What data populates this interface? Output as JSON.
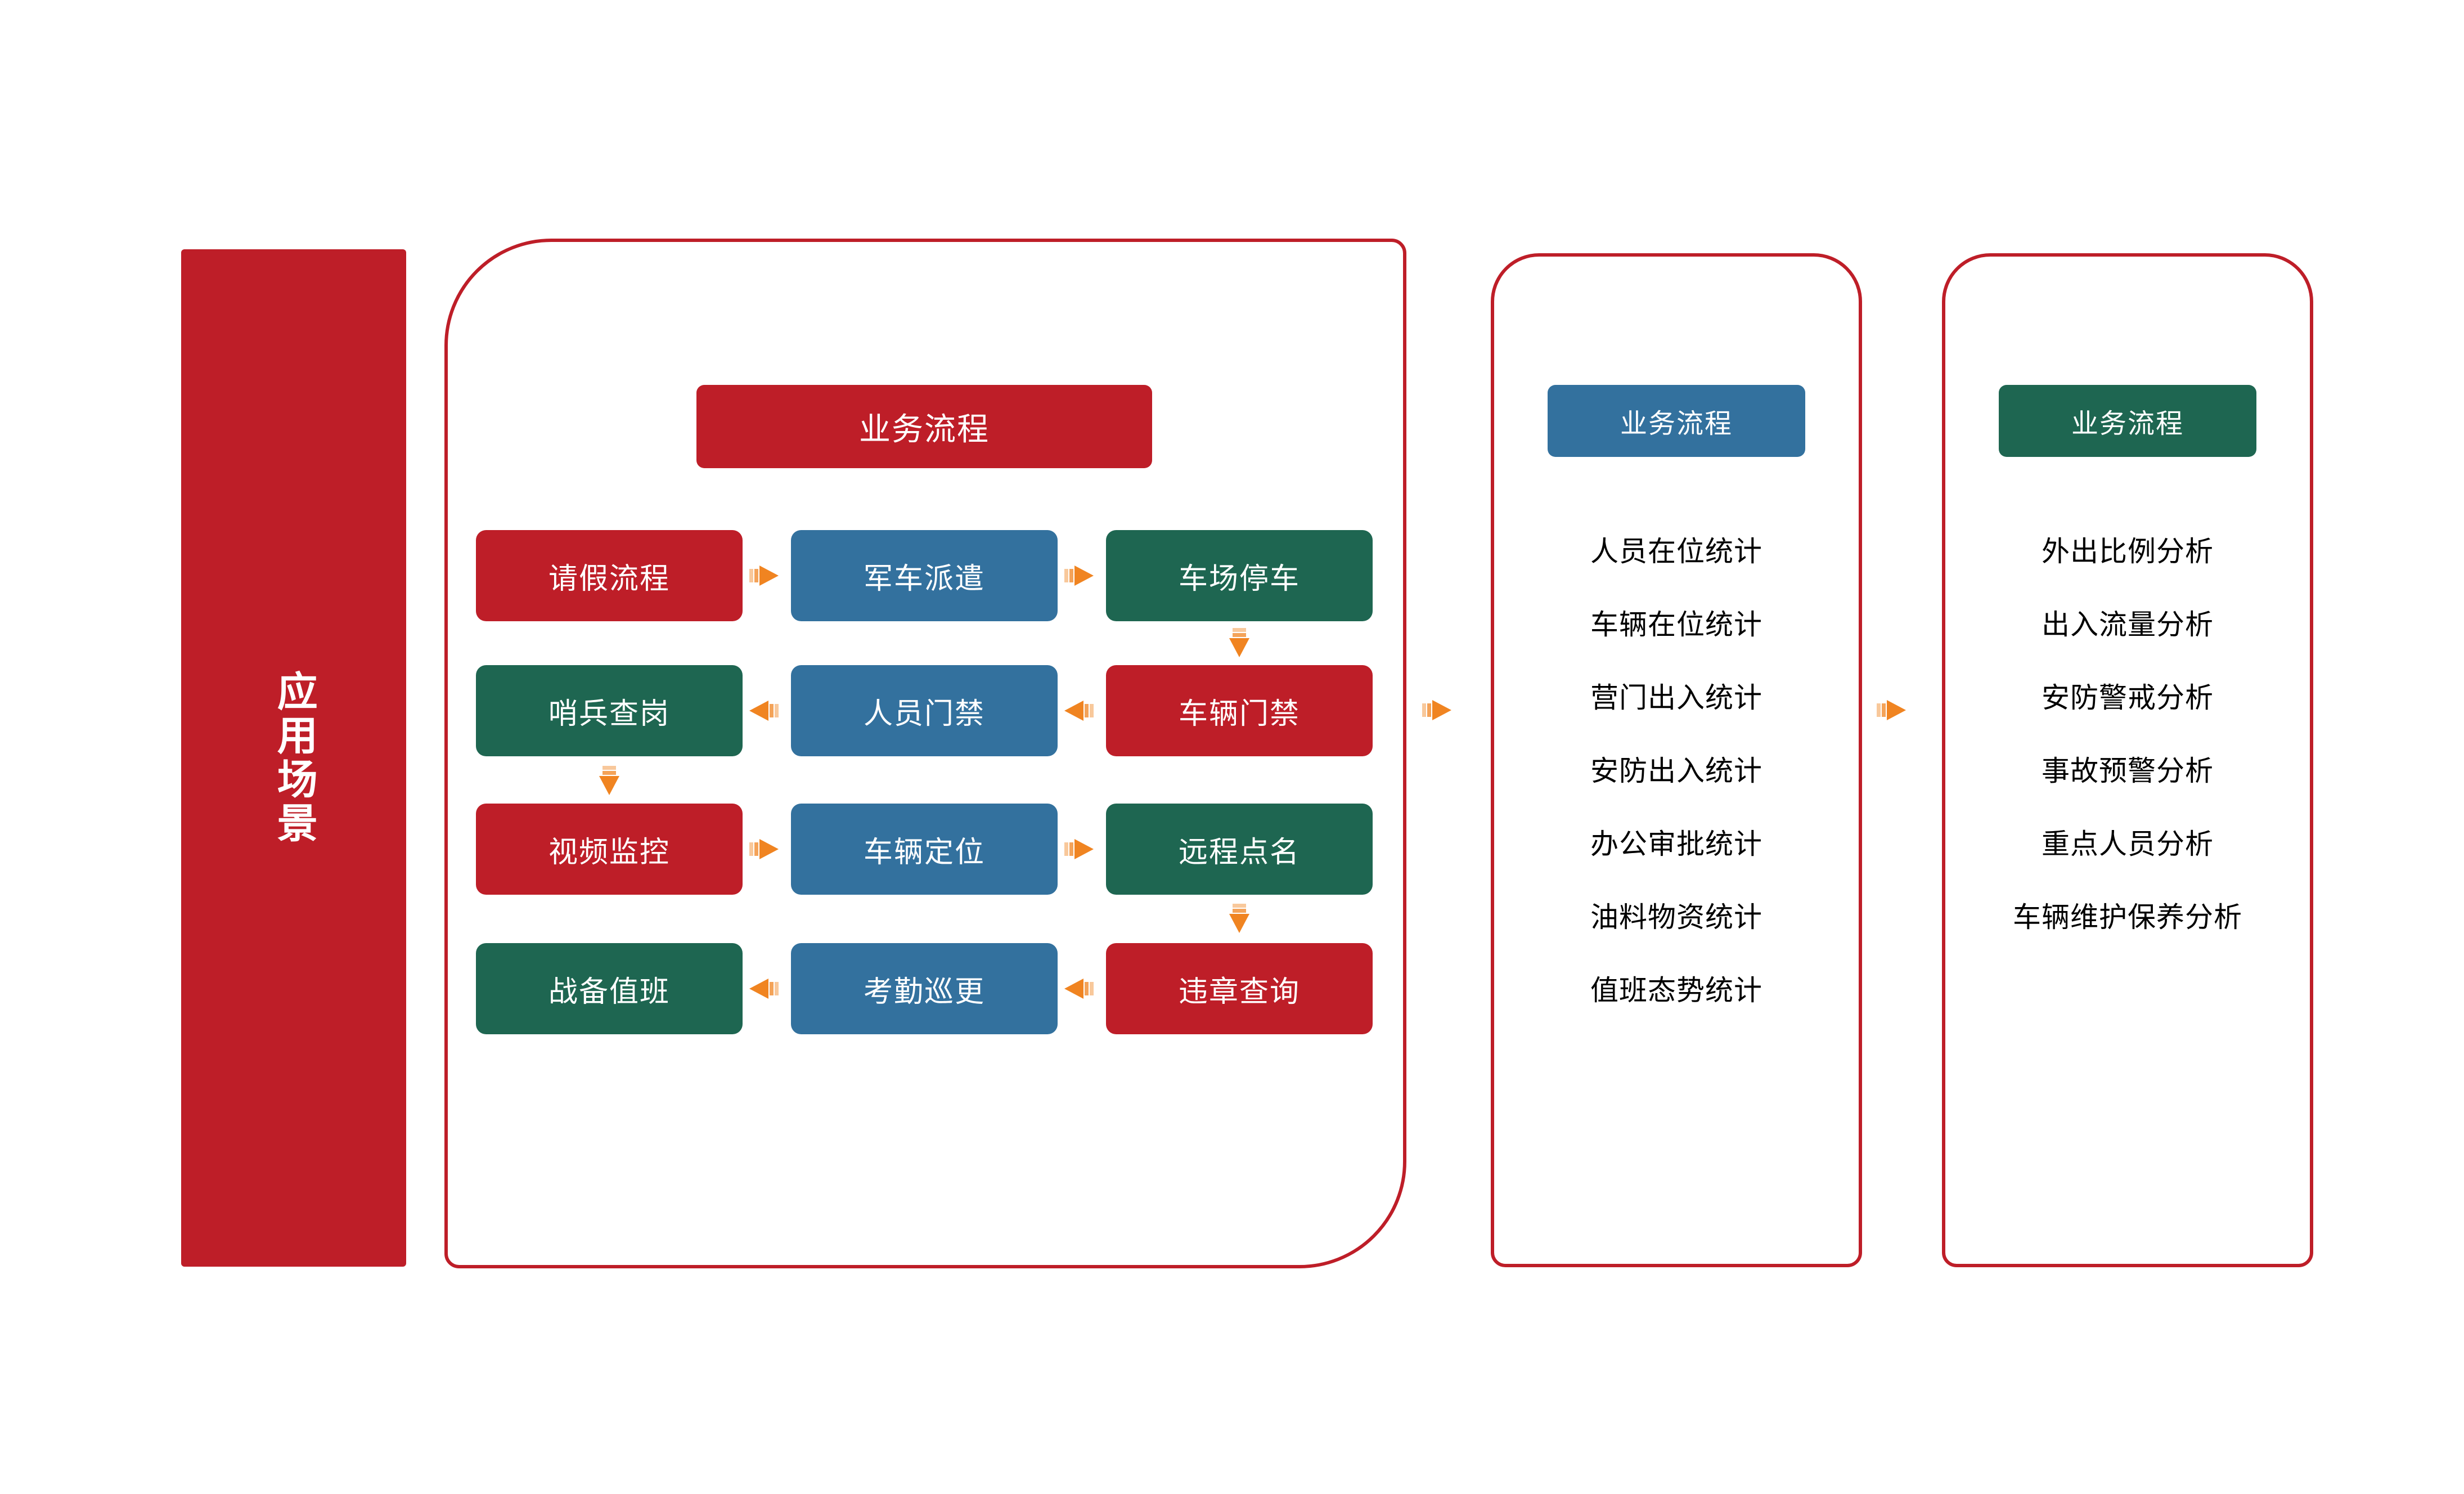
{
  "colors": {
    "red": "#BE1E28",
    "blue": "#33719E",
    "green": "#1E6651",
    "arrow_orange": "#F08421",
    "text_white": "#FFFFFF",
    "text_black": "#000000",
    "background": "#FFFFFF"
  },
  "left_banner": {
    "label": "应用场景"
  },
  "main_panel": {
    "header": "业务流程",
    "rows": [
      {
        "direction": "right",
        "boxes": [
          {
            "label": "请假流程",
            "color": "red"
          },
          {
            "label": "军车派遣",
            "color": "blue"
          },
          {
            "label": "车场停车",
            "color": "green"
          }
        ]
      },
      {
        "direction": "left",
        "boxes": [
          {
            "label": "哨兵查岗",
            "color": "green"
          },
          {
            "label": "人员门禁",
            "color": "blue"
          },
          {
            "label": "车辆门禁",
            "color": "red"
          }
        ]
      },
      {
        "direction": "right",
        "boxes": [
          {
            "label": "视频监控",
            "color": "red"
          },
          {
            "label": "车辆定位",
            "color": "blue"
          },
          {
            "label": "远程点名",
            "color": "green"
          }
        ]
      },
      {
        "direction": "left",
        "boxes": [
          {
            "label": "战备值班",
            "color": "green"
          },
          {
            "label": "考勤巡更",
            "color": "blue"
          },
          {
            "label": "违章查询",
            "color": "red"
          }
        ]
      }
    ]
  },
  "middle_panel": {
    "header": "业务流程",
    "items": [
      "人员在位统计",
      "车辆在位统计",
      "营门出入统计",
      "安防出入统计",
      "办公审批统计",
      "油料物资统计",
      "值班态势统计"
    ]
  },
  "right_panel": {
    "header": "业务流程",
    "items": [
      "外出比例分析",
      "出入流量分析",
      "安防警戒分析",
      "事故预警分析",
      "重点人员分析",
      "车辆维护保养分析"
    ]
  },
  "arrows": {
    "icon_right": "arrow-right-icon",
    "icon_left": "arrow-left-icon",
    "icon_down": "arrow-down-icon"
  }
}
